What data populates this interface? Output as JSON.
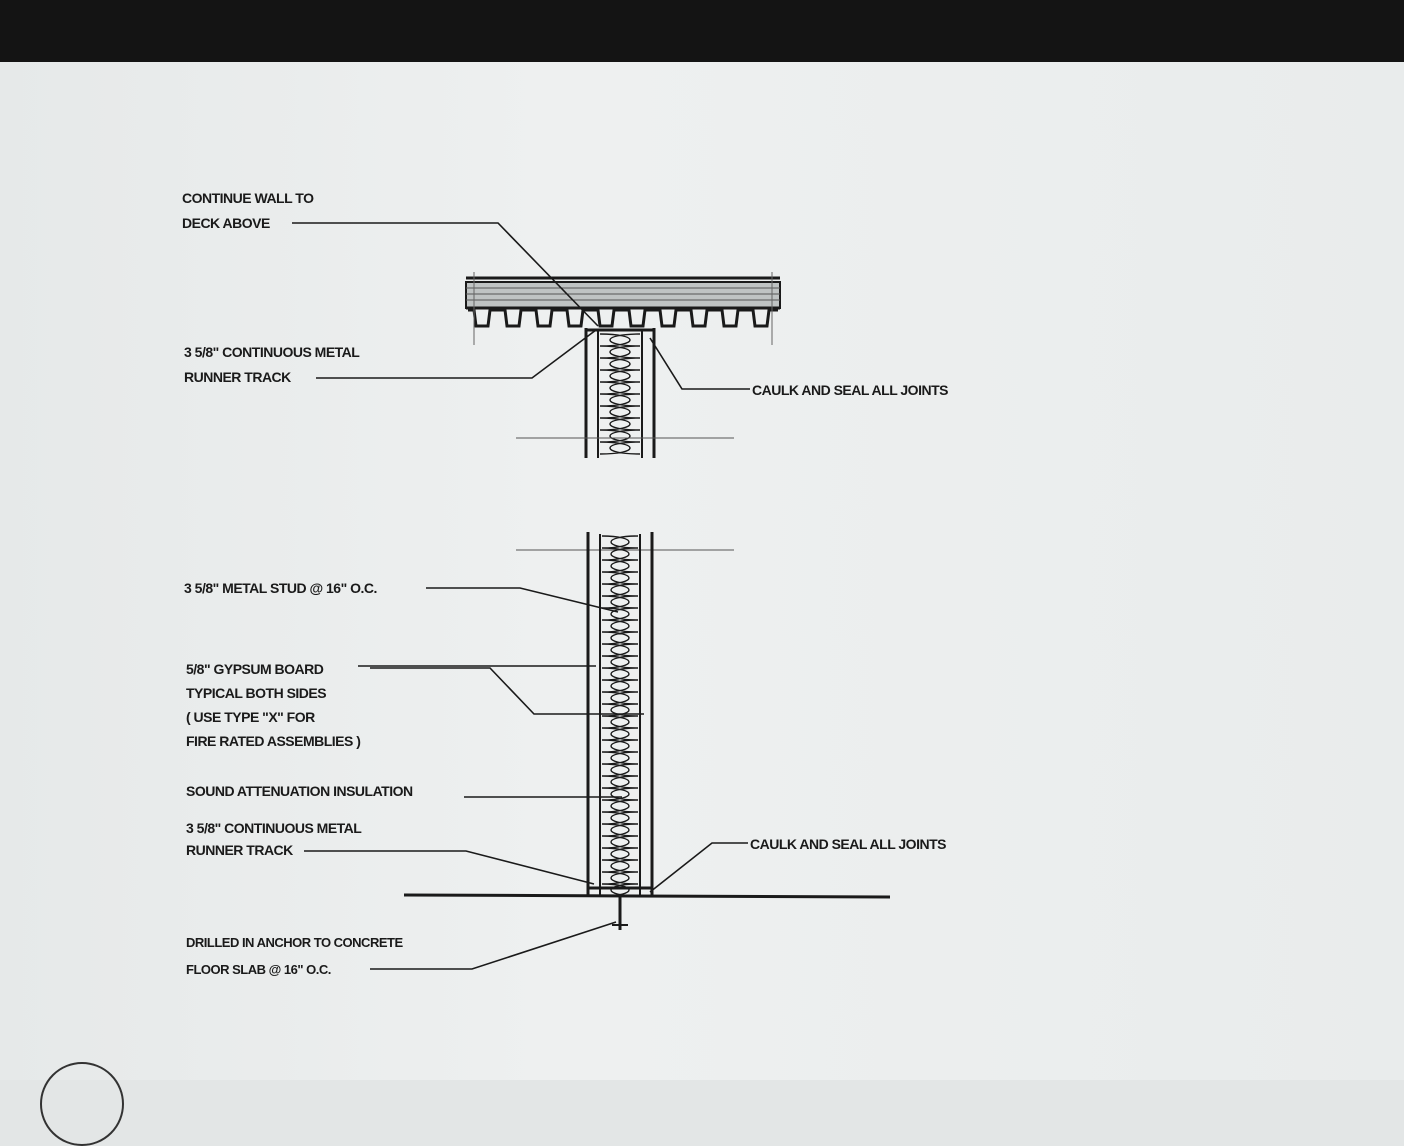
{
  "labels": {
    "continue_wall": [
      "CONTINUE WALL TO",
      "DECK ABOVE"
    ],
    "top_runner_track": [
      "3 5/8\" CONTINUOUS METAL",
      "RUNNER TRACK"
    ],
    "top_caulk": "CAULK AND SEAL ALL JOINTS",
    "metal_stud": "3 5/8\" METAL STUD @ 16\" O.C.",
    "gypsum_board": [
      "5/8\" GYPSUM BOARD",
      "TYPICAL BOTH SIDES",
      "( USE TYPE \"X\" FOR",
      "FIRE RATED ASSEMBLIES )"
    ],
    "sound_insulation": "SOUND ATTENUATION INSULATION",
    "bottom_runner_track": [
      "3 5/8\" CONTINUOUS METAL",
      "RUNNER TRACK"
    ],
    "bottom_caulk": "CAULK AND SEAL ALL JOINTS",
    "anchor": [
      "DRILLED IN ANCHOR TO CONCRETE",
      "FLOOR SLAB @ 16\" O.C."
    ]
  },
  "colors": {
    "ink": "#1a1a1a",
    "paper": "#e9ecec",
    "frame": "#141414"
  }
}
